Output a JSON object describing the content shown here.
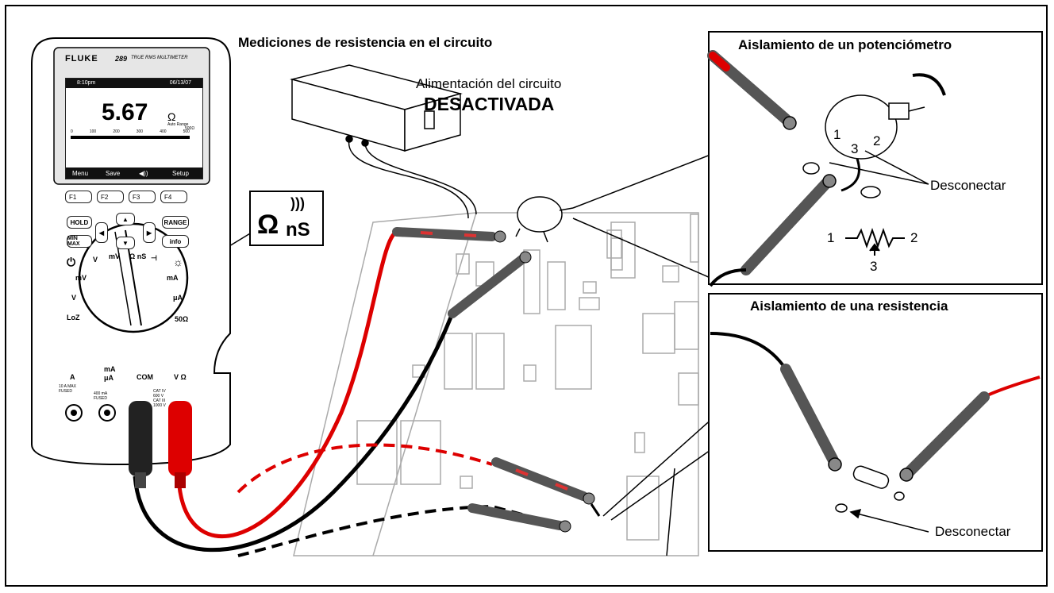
{
  "title": "Mediciones de resistencia en el circuito",
  "power": {
    "label": "Alimentación del circuito",
    "state": "DESACTIVADA"
  },
  "meter": {
    "brand": "FLUKE",
    "model": "289",
    "model_desc": "TRUE RMS MULTIMETER",
    "time": "8:10pm",
    "date": "06/13/07",
    "reading": "5.67",
    "unit": "Ω",
    "range_label": "Auto Range",
    "range_value": "500Ω",
    "scale": [
      "0",
      "100",
      "200",
      "300",
      "400",
      "500"
    ],
    "softkeys": [
      "Menu",
      "Save",
      "◀))",
      "Setup"
    ],
    "fkeys": [
      "F1",
      "F2",
      "F3",
      "F4"
    ],
    "buttons": {
      "hold": "HOLD",
      "range": "RANGE",
      "minmax": "MIN MAX",
      "info": "info"
    },
    "dial": {
      "v_ac": "V",
      "mv_ac": "mV",
      "v_dc": "V",
      "mv_dc": "mV",
      "ohm_ns": "Ω nS",
      "diode": "⊣",
      "ma": "mA",
      "ua": "μA",
      "fifty_ohm": "50Ω",
      "loz": "LoZ"
    },
    "jacks": {
      "a": "A",
      "ma_ua_top": "mA",
      "ma_ua_bottom": "μA",
      "com": "COM",
      "v_ohm": "V Ω"
    },
    "jack_notes": {
      "a_fuse": "10 A MAX FUSED",
      "ma_fuse": "400 mA FUSED",
      "cat": "CAT IV 600 V CAT III 1000 V"
    }
  },
  "callout": {
    "omega": "Ω",
    "ns": "nS"
  },
  "panel_pot": {
    "title": "Aislamiento de un potenciómetro",
    "pins": [
      "1",
      "3",
      "2"
    ],
    "disconnect": "Desconectar",
    "schematic_pins": [
      "1",
      "2",
      "3"
    ]
  },
  "panel_res": {
    "title": "Aislamiento de una resistencia",
    "disconnect": "Desconectar"
  }
}
